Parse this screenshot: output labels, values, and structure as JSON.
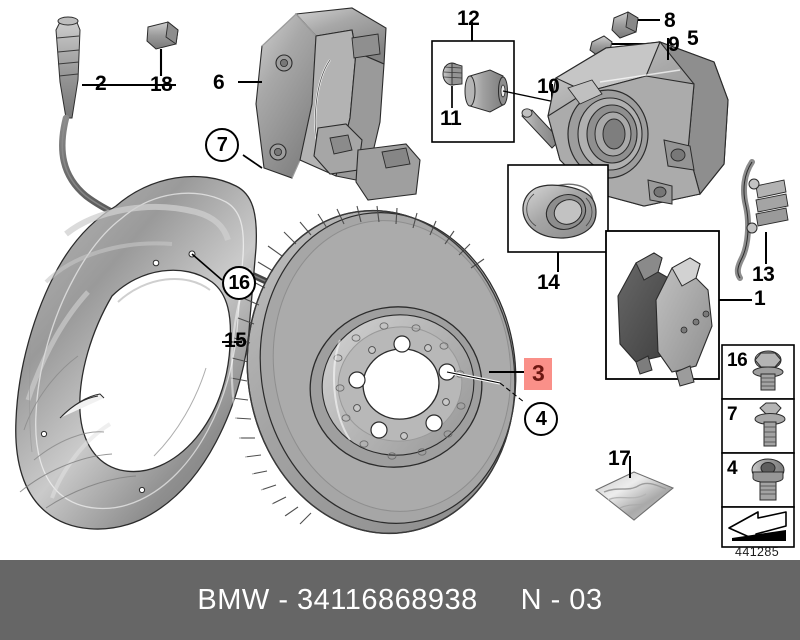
{
  "footer": {
    "brand": "BMW",
    "separator": "-",
    "part_number": "34116868938",
    "sheet_code": "N - 03",
    "full_text": "BMW - 34116868938     N - 03",
    "background_color": "#666666",
    "text_color": "#ffffff"
  },
  "diagram": {
    "drawing_number": "441285",
    "background_color": "#ffffff",
    "highlight_color": "#fa9089",
    "highlight_text_color": "#6d1712"
  },
  "callouts": [
    {
      "id": "2",
      "label": "2",
      "style": "plain",
      "part": "brake-pad-wear-sensor"
    },
    {
      "id": "18",
      "label": "18",
      "style": "plain",
      "part": "sensor-grommet"
    },
    {
      "id": "6",
      "label": "6",
      "style": "plain",
      "part": "caliper-carrier"
    },
    {
      "id": "7t",
      "label": "7",
      "style": "circle",
      "part": "carrier-bolt-callout"
    },
    {
      "id": "12",
      "label": "12",
      "style": "plain",
      "part": "guide-bolt-repair-kit"
    },
    {
      "id": "11",
      "label": "11",
      "style": "plain",
      "part": "guide-bolt-cap"
    },
    {
      "id": "10",
      "label": "10",
      "style": "plain",
      "part": "guide-pin"
    },
    {
      "id": "8",
      "label": "8",
      "style": "plain",
      "part": "bleeder-cap"
    },
    {
      "id": "9",
      "label": "9",
      "style": "plain",
      "part": "bleeder-screw"
    },
    {
      "id": "5",
      "label": "5",
      "style": "plain",
      "part": "brake-caliper-housing"
    },
    {
      "id": "14",
      "label": "14",
      "style": "plain",
      "part": "piston-seal-kit"
    },
    {
      "id": "13",
      "label": "13",
      "style": "plain",
      "part": "pad-retaining-spring"
    },
    {
      "id": "1",
      "label": "1",
      "style": "plain",
      "part": "brake-pad-set"
    },
    {
      "id": "16",
      "label": "16",
      "style": "circle",
      "part": "splash-shield-screw-callout"
    },
    {
      "id": "15",
      "label": "15",
      "style": "plain",
      "part": "brake-dust-shield"
    },
    {
      "id": "3",
      "label": "3",
      "style": "highlight",
      "part": "brake-disc-vented"
    },
    {
      "id": "4",
      "label": "4",
      "style": "circle",
      "part": "disc-retaining-screw-callout"
    },
    {
      "id": "17",
      "label": "17",
      "style": "plain",
      "part": "grease-sachet"
    }
  ],
  "hardware_table": {
    "rows": [
      {
        "number": "16",
        "part": "hex-flange-bolt"
      },
      {
        "number": "7",
        "part": "carrier-flange-bolt"
      },
      {
        "number": "4",
        "part": "socket-head-disc-screw"
      }
    ],
    "footer_cell": {
      "icon": "direction-arrow-icon"
    }
  }
}
